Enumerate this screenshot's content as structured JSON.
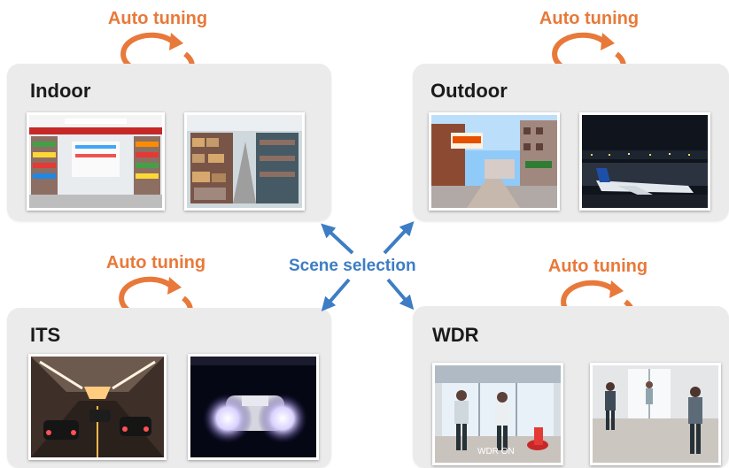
{
  "scene_selection": {
    "label": "Scene selection",
    "color": "#3d7dc4"
  },
  "auto_tuning": {
    "label": "Auto tuning",
    "color": "#e8793a"
  },
  "panels": {
    "indoor": {
      "title": "Indoor",
      "photos": [
        "supermarket-photo",
        "warehouse-photo"
      ]
    },
    "outdoor": {
      "title": "Outdoor",
      "photos": [
        "street-photo",
        "airport-night-photo"
      ]
    },
    "its": {
      "title": "ITS",
      "photos": [
        "tunnel-traffic-photo",
        "headlight-car-photo"
      ]
    },
    "wdr": {
      "title": "WDR",
      "photos": [
        "wdr-on-entrance-photo",
        "wdr-entrance-photo-2"
      ],
      "photo_caption": "WDR ON"
    }
  },
  "colors": {
    "panel_bg": "#ebebeb",
    "title_text": "#1a1a1a"
  }
}
